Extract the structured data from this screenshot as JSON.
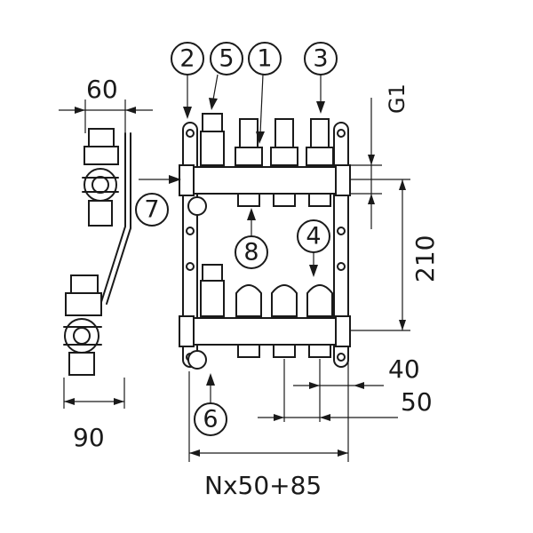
{
  "callouts": [
    "1",
    "2",
    "3",
    "4",
    "5",
    "6",
    "7",
    "8"
  ],
  "dimensions": {
    "side_width": "60",
    "side_depth": "90",
    "thread": "G1",
    "axis_distance": "210",
    "outlet_spacing": "40",
    "outlet_pitch": "50",
    "total_length": "Nx50+85"
  }
}
